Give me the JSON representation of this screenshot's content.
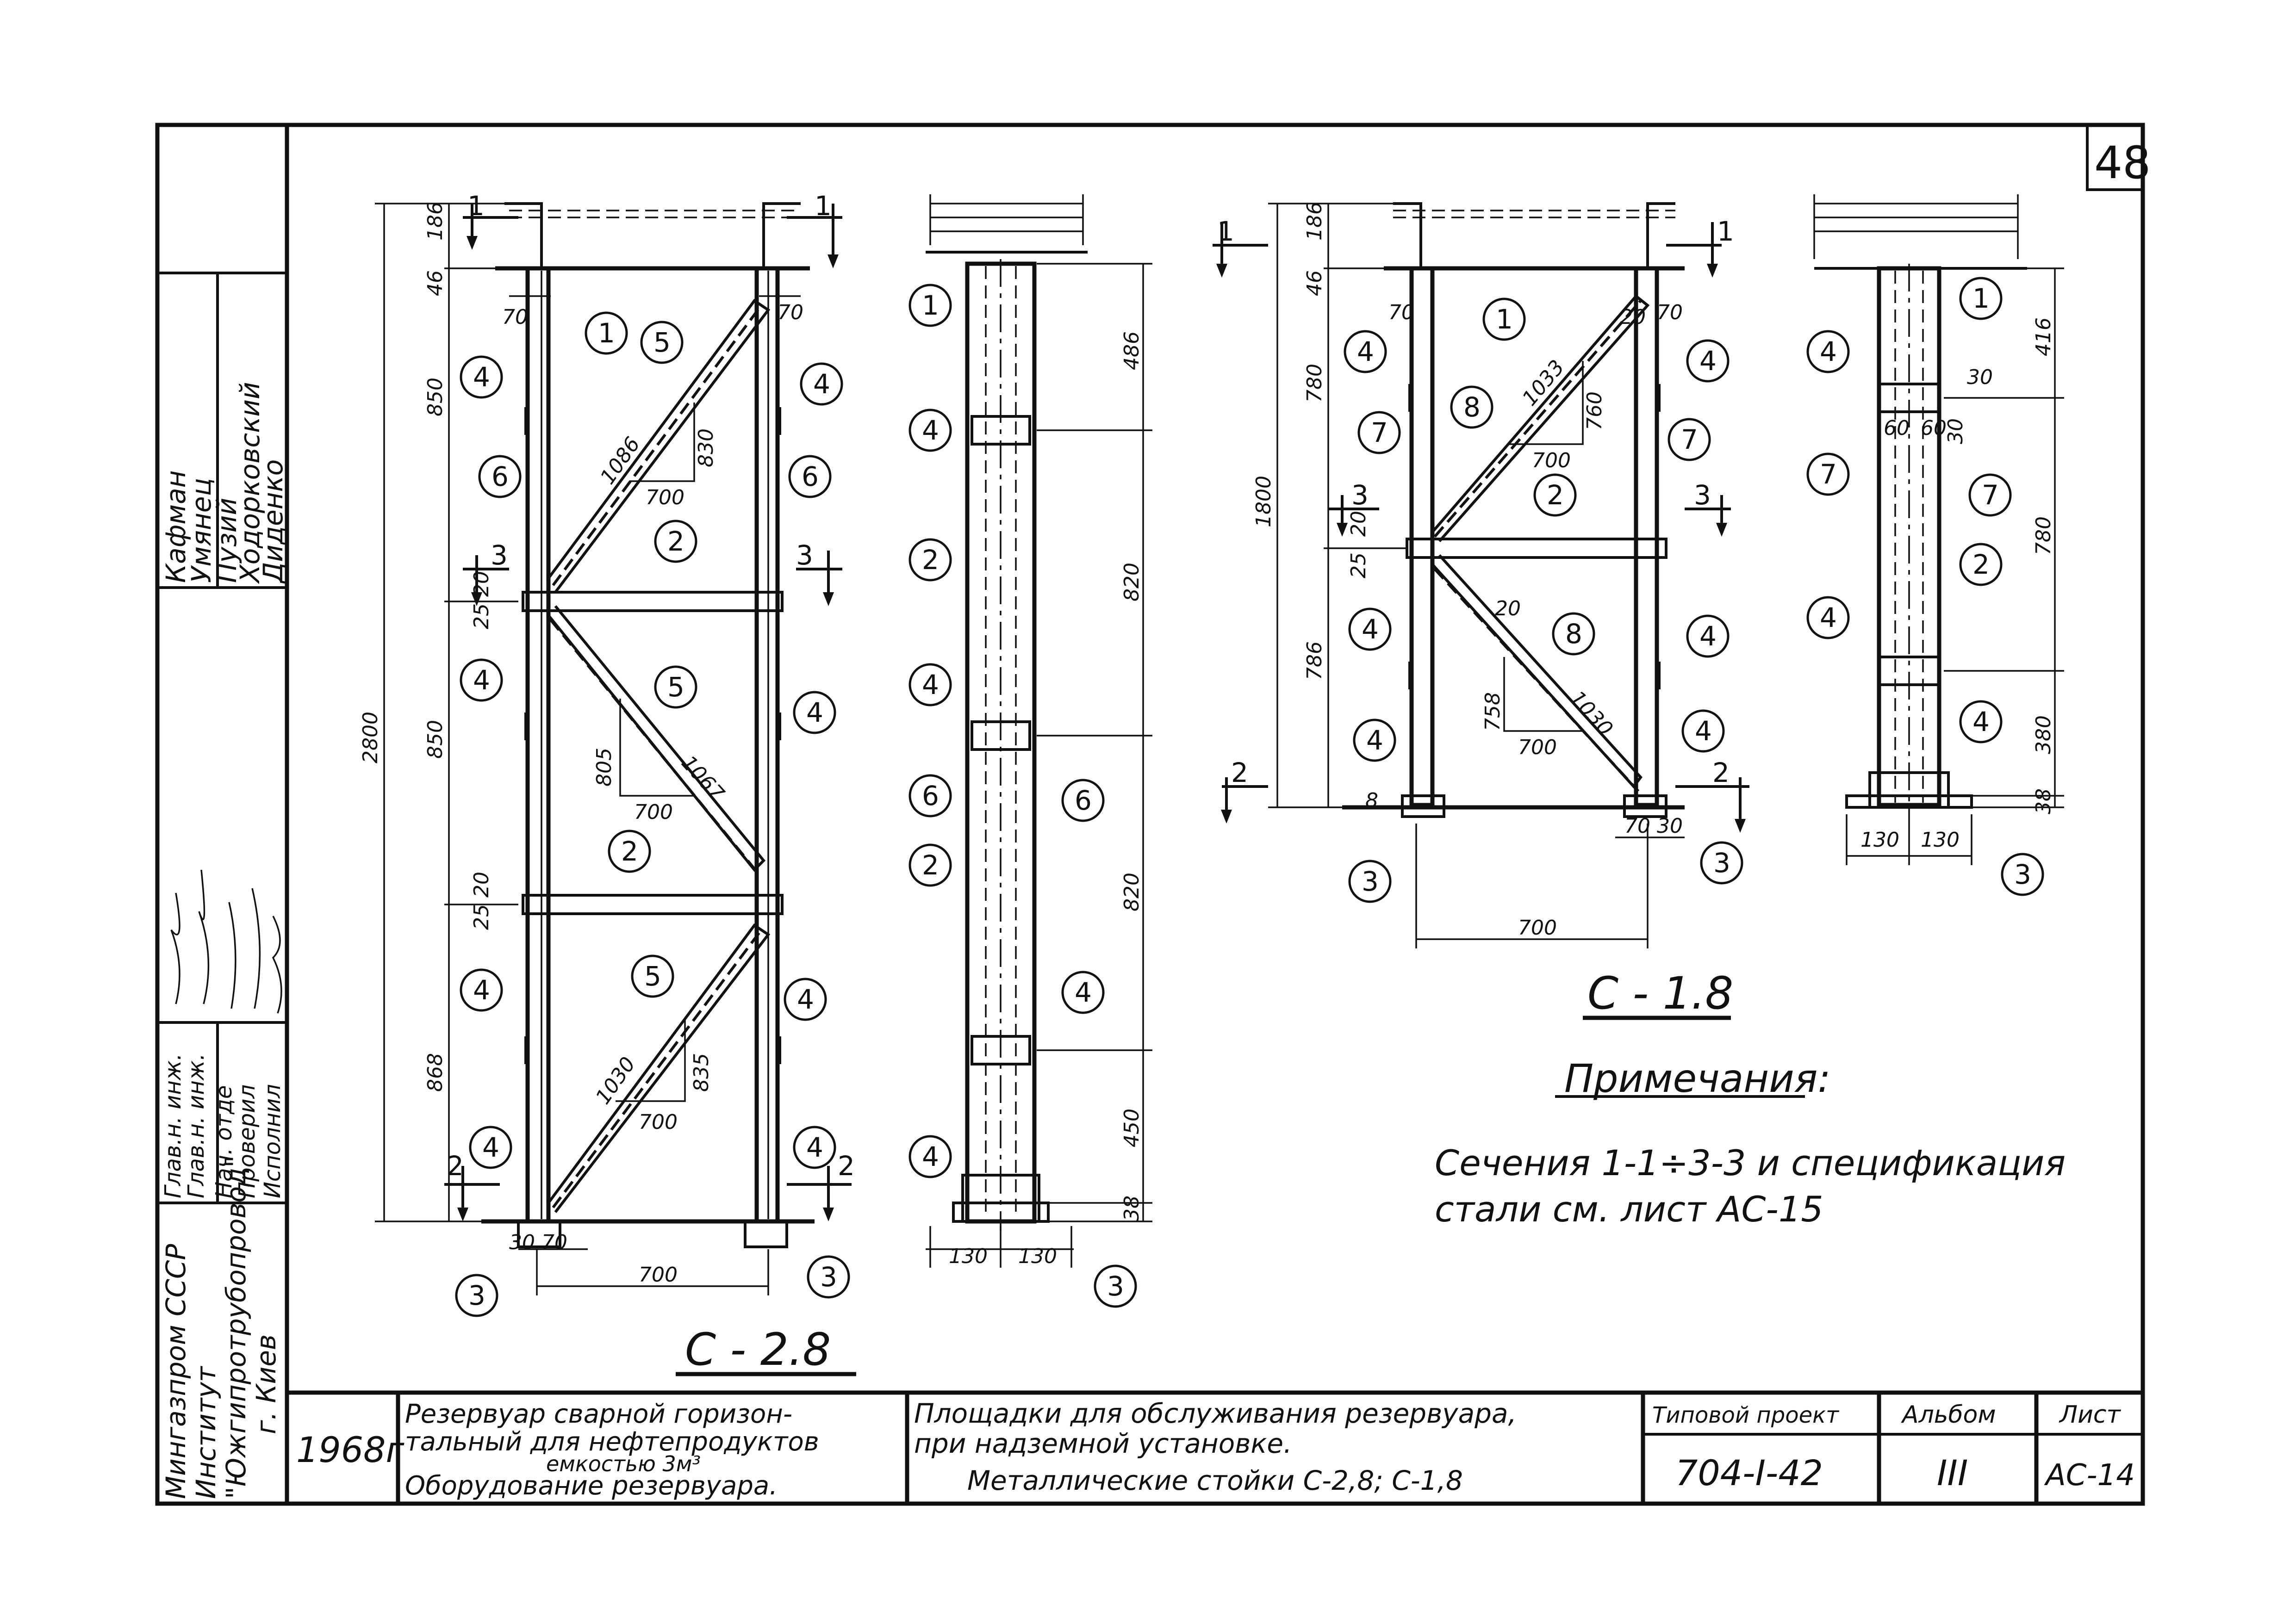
{
  "sheet_number": "48",
  "left_column": {
    "names": [
      "Кафман",
      "Умянец",
      "Пузий",
      "Ходорковский",
      "Диденко"
    ],
    "roles": [
      "Глав.н. инж.",
      "Глав.н. инж.",
      "Нач. отде",
      "Проверил",
      "Исполнил"
    ],
    "org": [
      "Мингазпром СССР",
      "Институт",
      "\"Южгипротрубопровод\"",
      "г. Киев"
    ]
  },
  "drawings": {
    "c28_title": "С - 2.8",
    "c18_title": "С - 1.8"
  },
  "dims": {
    "c28": {
      "total": "2800",
      "h1": "850",
      "h2": "850",
      "h3": "868",
      "top": "186",
      "t46": "46",
      "w700": "700",
      "b30": "30",
      "b70": "70",
      "r70": "70",
      "l70": "70",
      "d1": "1086",
      "d1v": "830",
      "d2": "1067",
      "d2v": "805",
      "d3": "1030",
      "d3v": "835",
      "h700a": "700",
      "h700b": "700",
      "h700c": "700",
      "g20a": "20",
      "g25a": "25",
      "g20b": "20",
      "g25b": "25"
    },
    "c28side": {
      "a": "486",
      "b": "820",
      "c": "820",
      "d": "450",
      "e": "38",
      "w1": "130",
      "w2": "130"
    },
    "c18": {
      "total": "1800",
      "top": "186",
      "t46": "46",
      "h1": "780",
      "h2": "786",
      "w700": "700",
      "b70": "70",
      "b30": "30",
      "l70": "70",
      "r70": "70",
      "d1": "1033",
      "d1v": "760",
      "d2": "1030",
      "d2v": "758",
      "h700a": "700",
      "h700b": "700",
      "g20": "20",
      "g25": "25",
      "r20a": "20",
      "r20b": "20",
      "b8": "8"
    },
    "c18side": {
      "a": "416",
      "b": "780",
      "c": "380",
      "d": "38",
      "w1": "130",
      "w2": "130",
      "s30a": "30",
      "s30b": "30",
      "s60a": "60",
      "s60b": "60"
    }
  },
  "tags": {
    "p1": "1",
    "p2": "2",
    "p3": "3",
    "p4": "4",
    "p5": "5",
    "p6": "6",
    "p7": "7",
    "p8": "8"
  },
  "sections": {
    "s1": "1",
    "s2": "2",
    "s3": "3"
  },
  "notes": {
    "heading": "Примечания:",
    "line1": "Сечения 1-1÷3-3 и спецификация",
    "line2": "стали см. лист АС-15"
  },
  "titleblock": {
    "year": "1968г",
    "object": "Резервуар сварной горизонтальный для нефтепродуктов емкостью 3м³",
    "object_l1": "Резервуар сварной горизон-",
    "object_l2": "тальный для нефтепродуктов",
    "object_l3": "емкостью 3м³",
    "object_l4": "Оборудование резервуара.",
    "subject_l1": "Площадки для обслуживания резервуара,",
    "subject_l2": "при надземной установке.",
    "subject_l3": "Металлические стойки С-2,8; С-1,8",
    "project_label": "Типовой проект",
    "project_value": "704-I-42",
    "album_label": "Альбом",
    "album_value": "III",
    "sheet_label": "Лист",
    "sheet_value": "АС-14"
  }
}
